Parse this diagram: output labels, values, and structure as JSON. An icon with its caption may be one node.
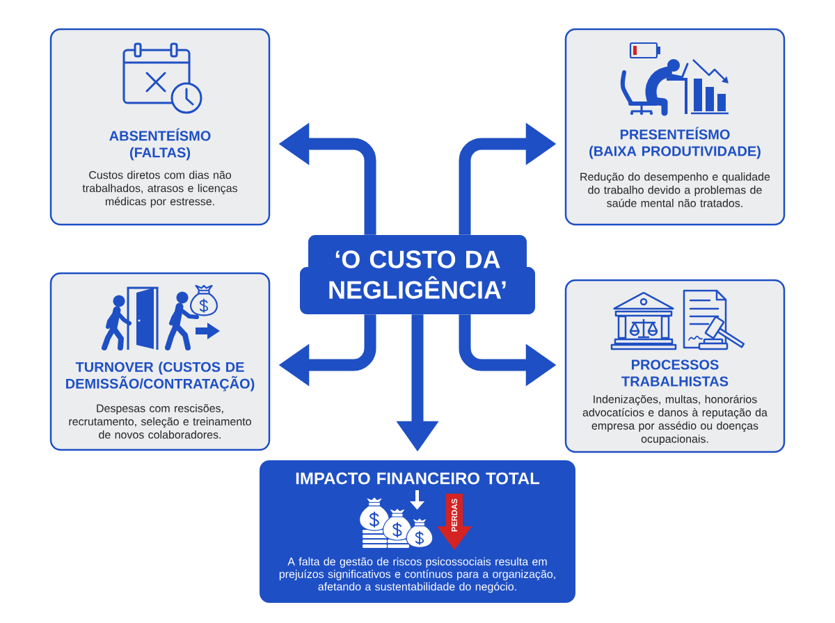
{
  "diagram": {
    "nodes": [
      {
        "text": [
          "ABSENTEÍSMO (FALTAS)",
          "Custos diretos com dias não trabalhados, atrasos e licenças médicas por estresse."
        ]
      },
      {
        "text": [
          "PRESENTEÍSMO (BAIXA PRODUTIVIDADE)",
          "Redução do desempenho e qualidade do trabalho devido a problemas de saúde mental não tratados."
        ]
      },
      {
        "text": [
          "‘O CUSTO DA NEGLIGÊNCIA’"
        ]
      },
      {
        "text": [
          "TURNOVER (CUSTOS DE DEMISSÃO/CONTRATAÇÃO)",
          "Despesas com rescisões, recrutamento, seleção e treinamento de novos colaboradores."
        ]
      },
      {
        "text": [
          "PROCESSOS TRABALHISTAS",
          "Indenizações, multas, honorários advocatícios e danos à reputação da empresa por assédio ou doenças ocupacionais."
        ]
      },
      {
        "text": [
          "IMPACTO FINANCEIRO TOTAL",
          "A falta de gestão de riscos psicossociais resulta em prejuízos significativos e contínuos para a organização, afetando a sustentabilidade do negócio."
        ]
      }
    ],
    "edges": [
      {
        "from": 2,
        "to": 0,
        "arrow": "to"
      },
      {
        "from": 2,
        "to": 1,
        "arrow": "to"
      },
      {
        "from": 2,
        "to": 3,
        "arrow": "to"
      },
      {
        "from": 2,
        "to": 4,
        "arrow": "to"
      },
      {
        "from": 2,
        "to": 5,
        "arrow": "to"
      }
    ],
    "labels": [
      "PERDAS"
    ]
  }
}
